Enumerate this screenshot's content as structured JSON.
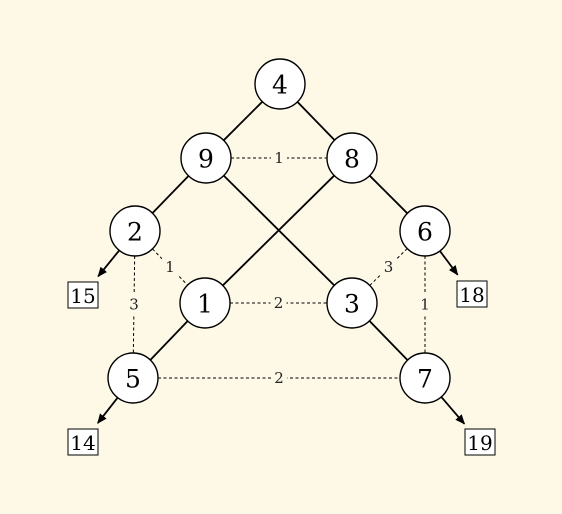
{
  "nodes": [
    {
      "label": "4"
    },
    {
      "label": "9"
    },
    {
      "label": "8"
    },
    {
      "label": "2"
    },
    {
      "label": "6"
    },
    {
      "label": "1"
    },
    {
      "label": "3"
    },
    {
      "label": "5"
    },
    {
      "label": "7"
    }
  ],
  "solid_edges": [
    {
      "from": "4",
      "to": "9"
    },
    {
      "from": "4",
      "to": "8"
    },
    {
      "from": "9",
      "to": "2"
    },
    {
      "from": "9",
      "to": "3"
    },
    {
      "from": "8",
      "to": "6"
    },
    {
      "from": "8",
      "to": "1"
    },
    {
      "from": "1",
      "to": "5"
    },
    {
      "from": "3",
      "to": "7"
    }
  ],
  "dashed_edges": [
    {
      "from": "9",
      "to": "8",
      "weight": "1"
    },
    {
      "from": "2",
      "to": "1",
      "weight": "1"
    },
    {
      "from": "2",
      "to": "5",
      "weight": "3"
    },
    {
      "from": "1",
      "to": "3",
      "weight": "2"
    },
    {
      "from": "6",
      "to": "3",
      "weight": "3"
    },
    {
      "from": "6",
      "to": "7",
      "weight": "1"
    },
    {
      "from": "5",
      "to": "7",
      "weight": "2"
    }
  ],
  "outputs": [
    {
      "from": "2",
      "label": "15"
    },
    {
      "from": "6",
      "label": "18"
    },
    {
      "from": "5",
      "label": "14"
    },
    {
      "from": "7",
      "label": "19"
    }
  ]
}
